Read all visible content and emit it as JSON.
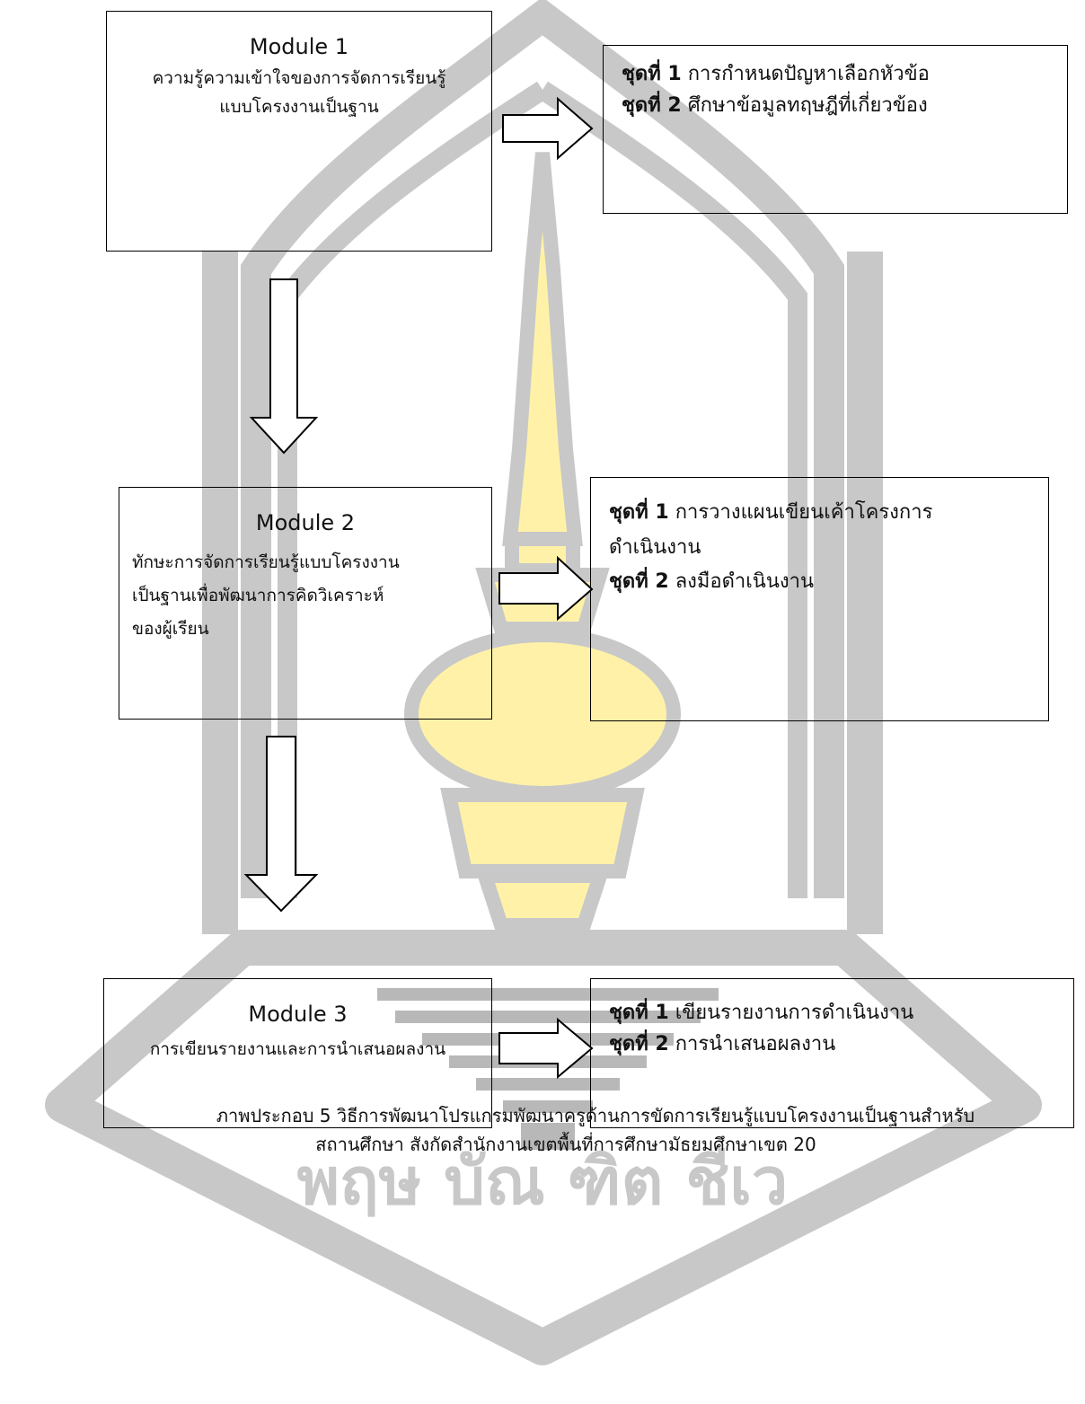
{
  "modules": [
    {
      "title": "Module 1",
      "description_lines": [
        "ความรู้ความเข้าใจของการจัดการเรียนรู้",
        "แบบโครงงานเป็นฐาน"
      ],
      "sets": [
        {
          "prefix": "ชุดที่ 1",
          "text": "การกำหนดปัญหาเลือกหัวข้อ"
        },
        {
          "prefix": "ชุดที่ 2",
          "text": "ศึกษาข้อมูลทฤษฎีที่เกี่ยวข้อง"
        }
      ]
    },
    {
      "title": "Module 2",
      "description_lines": [
        "ทักษะการจัดการเรียนรู้แบบโครงงาน",
        "เป็นฐานเพื่อพัฒนาการคิดวิเคราะห์",
        "ของผู้เรียน"
      ],
      "sets": [
        {
          "prefix": "ชุดที่ 1",
          "text": "การวางแผนเขียนเค้าโครงการ",
          "continuation": "ดำเนินงาน"
        },
        {
          "prefix": "ชุดที่ 2",
          "text": "ลงมือดำเนินงาน"
        }
      ]
    },
    {
      "title": "Module 3",
      "description_lines": [
        "การเขียนรายงานและการนำเสนอผลงาน"
      ],
      "sets": [
        {
          "prefix": "ชุดที่ 1",
          "text": "เขียนรายงานการดำเนินงาน"
        },
        {
          "prefix": "ชุดที่ 2",
          "text": " การนำเสนอผลงาน"
        }
      ]
    }
  ],
  "caption": {
    "line1": "ภาพประกอบ 5 วิธีการพัฒนาโปรแกรมพัฒนาครูด้านการขัดการเรียนรู้แบบโครงงานเป็นฐานสำหรับ",
    "line2": "สถานศึกษา สังกัดสำนักงานเขตพื้นที่การศึกษามัธยมศึกษาเขต 20"
  },
  "watermark": {
    "text": "พฤษ  บัณ  ฑิต  ชีเว",
    "colors": {
      "gray": "#c8c8c8",
      "gold": "#fff2a8",
      "ink": "#000000"
    }
  }
}
